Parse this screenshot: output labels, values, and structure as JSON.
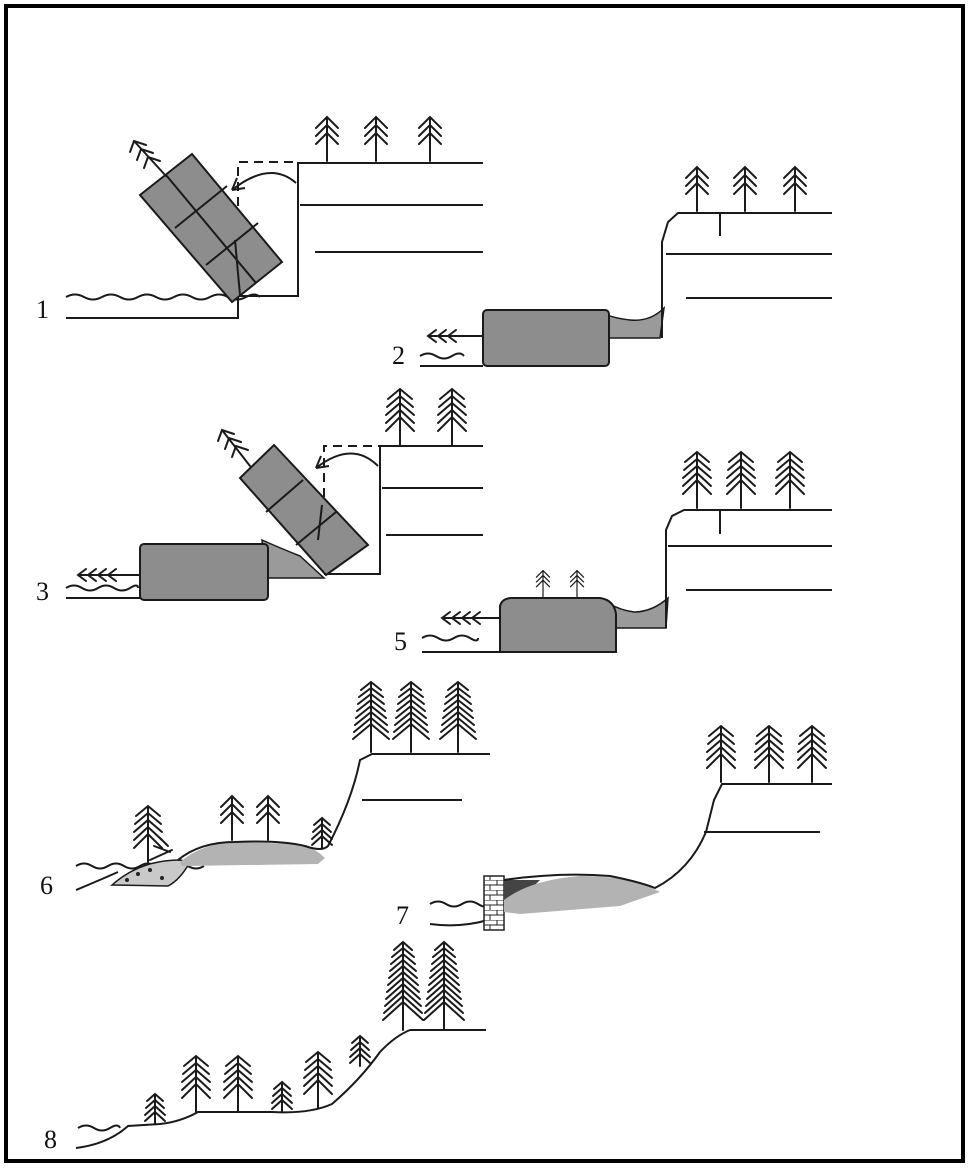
{
  "stage_labels": {
    "s1": "1",
    "s2": "2",
    "s3": "3",
    "s5": "5",
    "s6": "6",
    "s7": "7",
    "s8": "8"
  },
  "colors": {
    "border": "#000000",
    "block_fill": "#8d8d8d",
    "sediment_fill": "#9a9a9a",
    "line": "#1a1a1a"
  },
  "icons": [
    "conifer-tree-icon",
    "fallen-tree-icon",
    "water-wave-icon",
    "retaining-wall-icon",
    "rotation-arrow-icon"
  ]
}
